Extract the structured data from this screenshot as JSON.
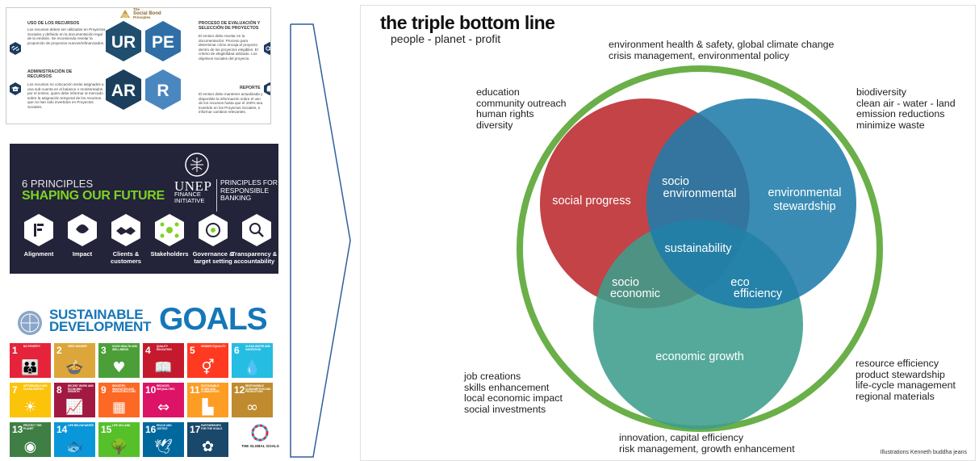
{
  "social_bond": {
    "logo_line1": "The",
    "logo_line2": "Social Bond",
    "logo_line3": "Principles",
    "hexes": [
      "UR",
      "PE",
      "AR",
      "R"
    ],
    "block_uso_title": "USO DE LOS RECURSOS",
    "block_uso_text": "Los recursos deben ser utilizados en Proyectos Sociales y definido en la documentación legal de la emisión. Se recomienda revelar la proporción de proyectos nuevos/refinanciados.",
    "block_admin_title": "ADMINISTRACIÓN DE RECURSOS",
    "block_admin_text": "Los recursos no colocación serán asignados a una sub-cuenta en el balance o monitoreados por el emisor, quien debe informar al mercado sobre la asignación temporal de los recursos que no han sido invertidos en Proyectos Sociales.",
    "block_proceso_title": "PROCESO DE EVALUACIÓN Y SELECCIÓN DE PROYECTOS",
    "block_proceso_text": "El emisor debe revelar en la documentación: Proceso para determinar cómo encaja el proyecto dentro de los proyectos elegibles. El criterio de elegibilidad utilizado. Los objetivos sociales del proyecto.",
    "block_reporte_title": "REPORTE",
    "block_reporte_text": "El emisor debe mantener actualizada y disponible la información sobre el uso de los recursos hasta que el 100% sea invertido en los Proyectos Sociales, e informar cambios relevantes."
  },
  "unep": {
    "count": "6 PRINCIPLES",
    "headline": "SHAPING OUR FUTURE",
    "org1": "UNEP",
    "org2": "FINANCE",
    "org3": "INITIATIVE",
    "prb1": "PRINCIPLES FOR",
    "prb2": "RESPONSIBLE",
    "prb3": "BANKING",
    "principles": [
      {
        "l1": "Alignment",
        "l2": ""
      },
      {
        "l1": "Impact",
        "l2": ""
      },
      {
        "l1": "Clients &",
        "l2": "customers"
      },
      {
        "l1": "Stakeholders",
        "l2": ""
      },
      {
        "l1": "Governance &",
        "l2": "target setting"
      },
      {
        "l1": "Transparency &",
        "l2": "accountability"
      }
    ]
  },
  "sdg": {
    "title1": "SUSTAINABLE",
    "title2": "DEVELOPMENT",
    "title3": "GOALS",
    "footer_logo": "THE GLOBAL GOALS",
    "tiles": [
      {
        "n": "1",
        "t": "NO POVERTY",
        "c": "#e5243b",
        "g": "👪"
      },
      {
        "n": "2",
        "t": "ZERO HUNGER",
        "c": "#dda63a",
        "g": "🍲"
      },
      {
        "n": "3",
        "t": "GOOD HEALTH AND WELL-BEING",
        "c": "#4c9f38",
        "g": "♥"
      },
      {
        "n": "4",
        "t": "QUALITY EDUCATION",
        "c": "#c5192d",
        "g": "📖"
      },
      {
        "n": "5",
        "t": "GENDER EQUALITY",
        "c": "#ff3a21",
        "g": "⚥"
      },
      {
        "n": "6",
        "t": "CLEAN WATER AND SANITATION",
        "c": "#26bde2",
        "g": "💧"
      },
      {
        "n": "7",
        "t": "AFFORDABLE AND CLEAN ENERGY",
        "c": "#fcc30b",
        "g": "☀"
      },
      {
        "n": "8",
        "t": "DECENT WORK AND ECONOMIC GROWTH",
        "c": "#a21942",
        "g": "📈"
      },
      {
        "n": "9",
        "t": "INDUSTRY, INNOVATION AND INFRASTRUCTURE",
        "c": "#fd6925",
        "g": "▦"
      },
      {
        "n": "10",
        "t": "REDUCED INEQUALITIES",
        "c": "#dd1367",
        "g": "⇔"
      },
      {
        "n": "11",
        "t": "SUSTAINABLE CITIES AND COMMUNITIES",
        "c": "#fd9d24",
        "g": "▙"
      },
      {
        "n": "12",
        "t": "RESPONSIBLE CONSUMPTION AND PRODUCTION",
        "c": "#bf8b2e",
        "g": "∞"
      },
      {
        "n": "13",
        "t": "PROTECT THE PLANET",
        "c": "#3f7e44",
        "g": "◉"
      },
      {
        "n": "14",
        "t": "LIFE BELOW WATER",
        "c": "#0a97d9",
        "g": "🐟"
      },
      {
        "n": "15",
        "t": "LIFE ON LAND",
        "c": "#56c02b",
        "g": "🌳"
      },
      {
        "n": "16",
        "t": "PEACE AND JUSTICE",
        "c": "#00689d",
        "g": "🕊"
      },
      {
        "n": "17",
        "t": "PARTNERSHIPS FOR THE GOALS",
        "c": "#19486a",
        "g": "✿"
      }
    ]
  },
  "triple": {
    "title": "the triple bottom line",
    "subtitle": "people - planet - profit",
    "top_note": [
      "environment health & safety, global climate change",
      "crisis management, environmental policy"
    ],
    "left_note": [
      "education",
      "community outreach",
      "human rights",
      "diversity"
    ],
    "right_note": [
      "biodiversity",
      "clean air - water - land",
      "emission reductions",
      "minimize waste"
    ],
    "lower_right_note": [
      "resource efficiency",
      "product stewardship",
      "life-cycle management",
      "regional materials"
    ],
    "lower_left_note": [
      "job creations",
      "skills enhancement",
      "local economic impact",
      "social investments"
    ],
    "bottom_note": [
      "innovation, capital efficiency",
      "risk management, growth enhancement"
    ],
    "circles": {
      "social": "social progress",
      "environmental_1": "environmental",
      "environmental_2": "stewardship",
      "economic": "economic growth"
    },
    "overlaps": {
      "socio_env_1": "socio",
      "socio_env_2": "environmental",
      "center": "sustainability",
      "socio_eco_1": "socio",
      "socio_eco_2": "economic",
      "eco_eff_1": "eco",
      "eco_eff_2": "efficiency"
    },
    "colors": {
      "ring": "#6aaf48",
      "social": "#c0393d",
      "environmental": "#1f7cab",
      "economic": "#3d9d8c"
    },
    "credit": "Illustrations Kenneth buddha jeans"
  }
}
